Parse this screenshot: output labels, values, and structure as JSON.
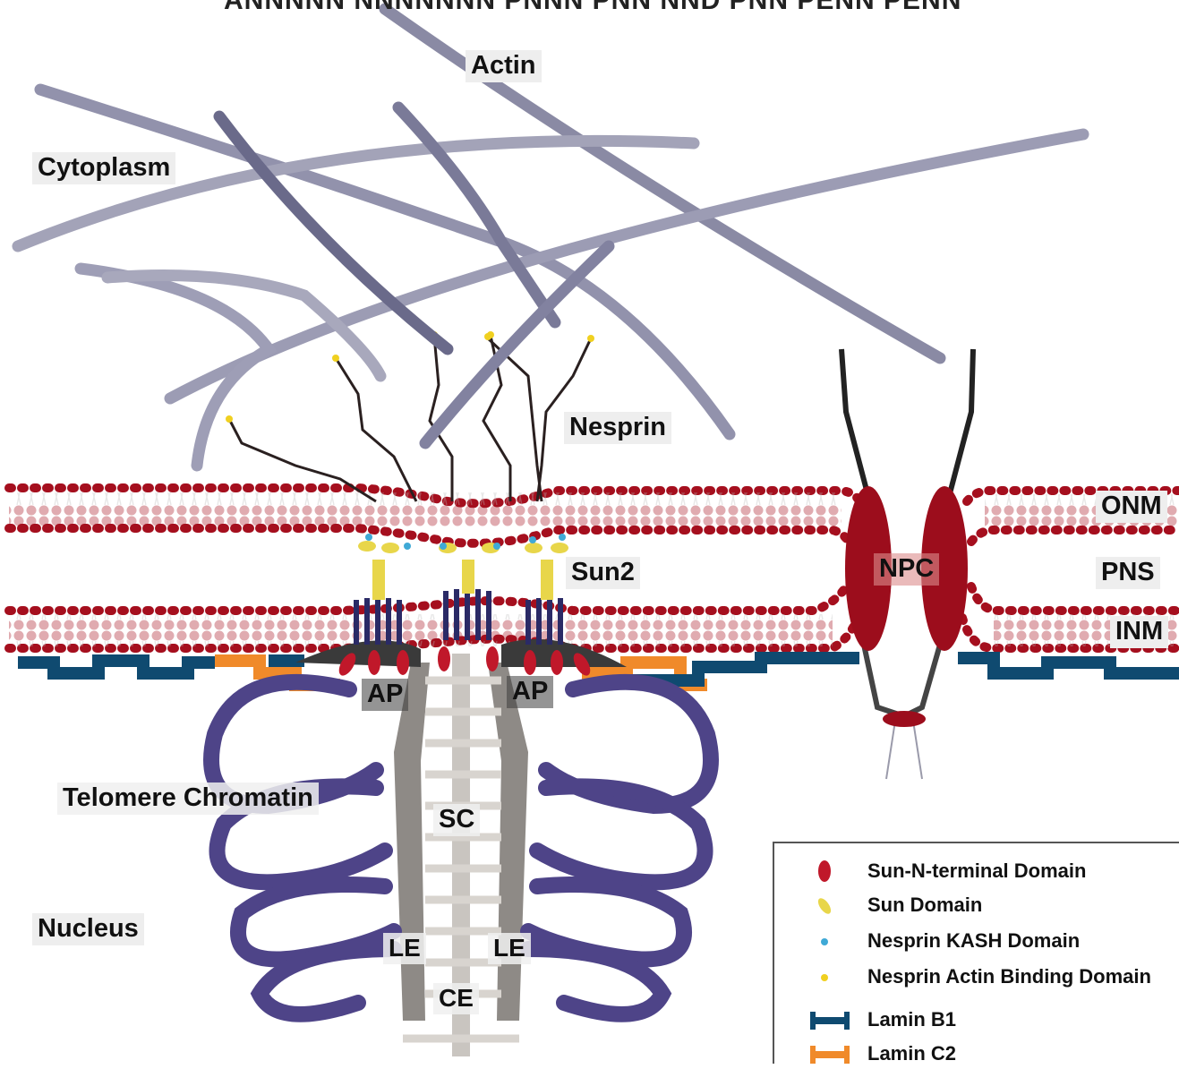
{
  "title": "ANNNNN NNNNNNN PNNN PNN NND PNN PENN PENN",
  "labels": {
    "actin": "Actin",
    "cytoplasm": "Cytoplasm",
    "nesprin": "Nesprin",
    "sun2": "Sun2",
    "onm": "ONM",
    "pns": "PNS",
    "inm": "INM",
    "npc": "NPC",
    "ap_left": "AP",
    "ap_right": "AP",
    "telomere_chromatin": "Telomere Chromatin",
    "sc": "SC",
    "nucleus": "Nucleus",
    "le_left": "LE",
    "le_right": "LE",
    "ce": "CE"
  },
  "legend": [
    {
      "label": "Sun-N-terminal Domain",
      "icon": "red-ellipse-icon"
    },
    {
      "label": "Sun Domain",
      "icon": "yellow-bean-icon"
    },
    {
      "label": "Nesprin KASH Domain",
      "icon": "blue-dot-icon"
    },
    {
      "label": "Nesprin Actin Binding Domain",
      "icon": "yellow-dot-icon"
    },
    {
      "label": "Lamin B1",
      "icon": "blue-bar-icon"
    },
    {
      "label": "Lamin C2",
      "icon": "orange-bar-icon"
    }
  ],
  "colors": {
    "membrane_head": "#a50f1e",
    "actin": "#8a8aa4",
    "chromatin": "#4e4488",
    "lamin_b1": "#0f4a70",
    "lamin_c2": "#f08a2a",
    "sun_domain": "#e8d64a",
    "kash": "#3fa9d6",
    "npc": "#9c0d1c"
  }
}
